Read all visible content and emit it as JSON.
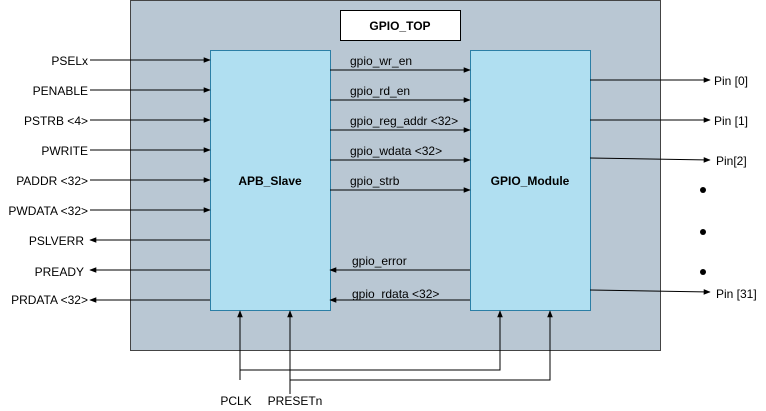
{
  "title": "GPIO_TOP",
  "blocks": {
    "apb": "APB_Slave",
    "gpio": "GPIO_Module"
  },
  "apb_inputs": [
    "PSELx",
    "PENABLE",
    "PSTRB <4>",
    "PWRITE",
    "PADDR <32>",
    "PWDATA <32>"
  ],
  "apb_outputs": [
    "PSLVERR",
    "PREADY",
    "PRDATA <32>"
  ],
  "to_gpio": [
    "gpio_wr_en",
    "gpio_rd_en",
    "gpio_reg_addr <32>",
    "gpio_wdata <32>",
    "gpio_strb"
  ],
  "from_gpio": [
    "gpio_error",
    "gpio_rdata <32>"
  ],
  "pins_top": [
    "Pin [0]",
    "Pin [1]",
    "Pin[2]"
  ],
  "pins_bottom": [
    "Pin [31]"
  ],
  "clock": "PCLK",
  "reset": "PRESETn",
  "colors": {
    "top_fill": "#b9c7d3",
    "block_fill": "#b0dff1",
    "line": "#000000"
  }
}
